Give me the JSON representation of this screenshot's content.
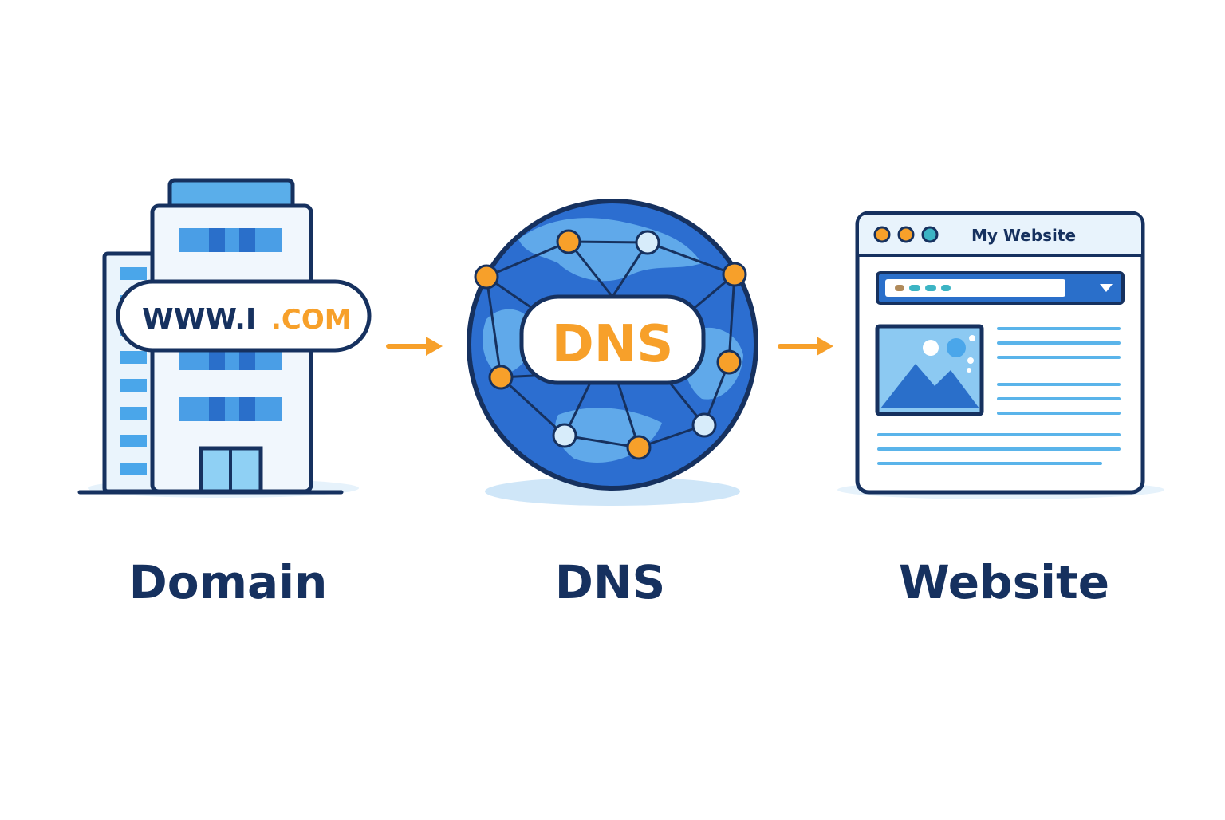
{
  "colors": {
    "navy": "#16315f",
    "blue": "#2a6fca",
    "light_blue": "#6ec3f2",
    "pale_blue": "#e8f3fc",
    "orange": "#f7a02a",
    "teal": "#3cb4c4"
  },
  "domain": {
    "www_text": "WWW.I",
    "tld_text": ".COM",
    "caption": "Domain",
    "icon": "office-building-icon"
  },
  "dns": {
    "badge_text": "DNS",
    "caption": "DNS",
    "icon": "globe-network-icon"
  },
  "website": {
    "window_title": "My Website",
    "caption": "Website",
    "icon": "browser-window-icon"
  },
  "arrows": [
    "arrow-right-icon",
    "arrow-right-icon"
  ]
}
